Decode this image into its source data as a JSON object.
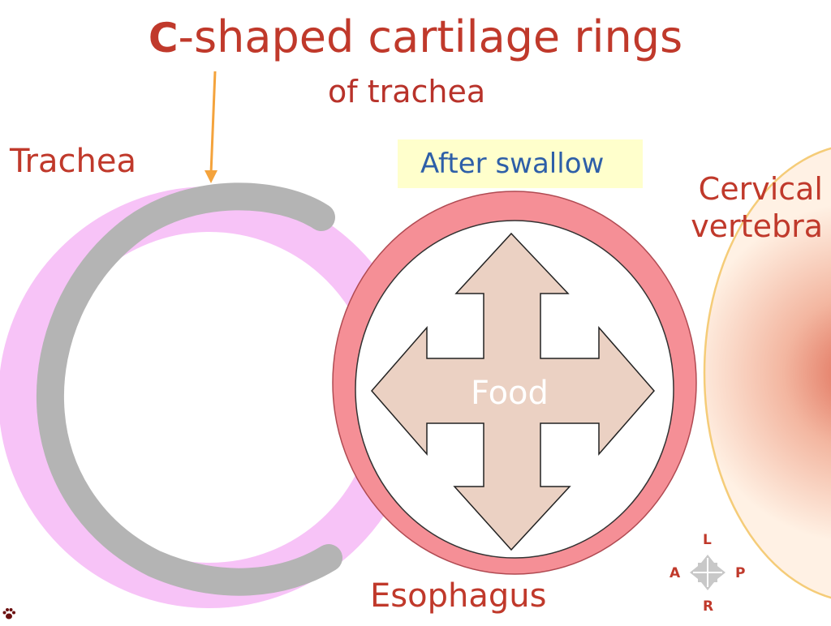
{
  "title": {
    "c_letter": "C",
    "rest": "-shaped cartilage rings",
    "subtitle": "of trachea"
  },
  "labels": {
    "trachea": "Trachea",
    "after_swallow": "After swallow",
    "cervical_line1": "Cervical",
    "cervical_line2": "vertebra",
    "esophagus": "Esophagus",
    "food": "Food"
  },
  "compass": {
    "top": "L",
    "left": "A",
    "right": "P",
    "bottom": "R"
  },
  "colors": {
    "trachea_pink": "#f7c3f7",
    "cartilage_gray": "#b4b4b4",
    "esophagus_wall": "#f58f96",
    "food_arrow": "#ebd1c3",
    "vertebra": "#e5806a",
    "title_red": "#c0392b",
    "swallow_box": "#ffffcc",
    "swallow_text": "#2e5fa8"
  },
  "icons": {
    "footer": "paw-print-icon",
    "compass": "four-way-arrow-icon"
  }
}
